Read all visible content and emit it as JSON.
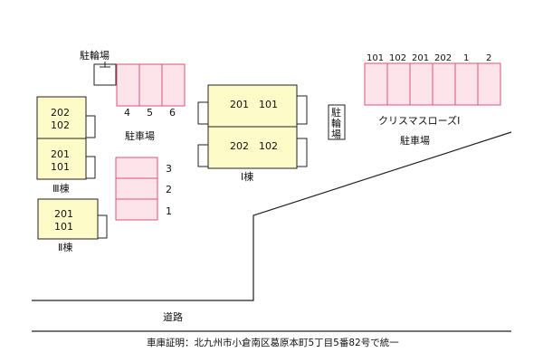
{
  "colors": {
    "building_fill": "#fdfbc8",
    "parking_fill": "#fde3ea",
    "parking_stroke": "#e0527a",
    "line": "#222222"
  },
  "labels": {
    "bicycle_parking_top": "駐輪場",
    "bicycle_parking_vertical": [
      "駐",
      "輪",
      "場"
    ],
    "parking_left": "駐車場",
    "parking_right_name": "クリスマスローズⅠ",
    "parking_right": "駐車場",
    "road": "道路",
    "footer": "車庫証明：北九州市小倉南区葛原本町5丁目5番82号で統一"
  },
  "buildings": [
    {
      "id": "I",
      "name": "Ⅰ棟",
      "units": [
        "201",
        "101",
        "202",
        "102"
      ]
    },
    {
      "id": "III",
      "name": "Ⅲ棟",
      "units": [
        "202",
        "102",
        "201",
        "101"
      ]
    },
    {
      "id": "II",
      "name": "Ⅱ棟",
      "units": [
        "201",
        "101"
      ]
    }
  ],
  "parking_top_left": [
    "4",
    "5",
    "6"
  ],
  "parking_mid_left": [
    "3",
    "2",
    "1"
  ],
  "parking_right": [
    "101",
    "102",
    "201",
    "202",
    "1",
    "2"
  ]
}
